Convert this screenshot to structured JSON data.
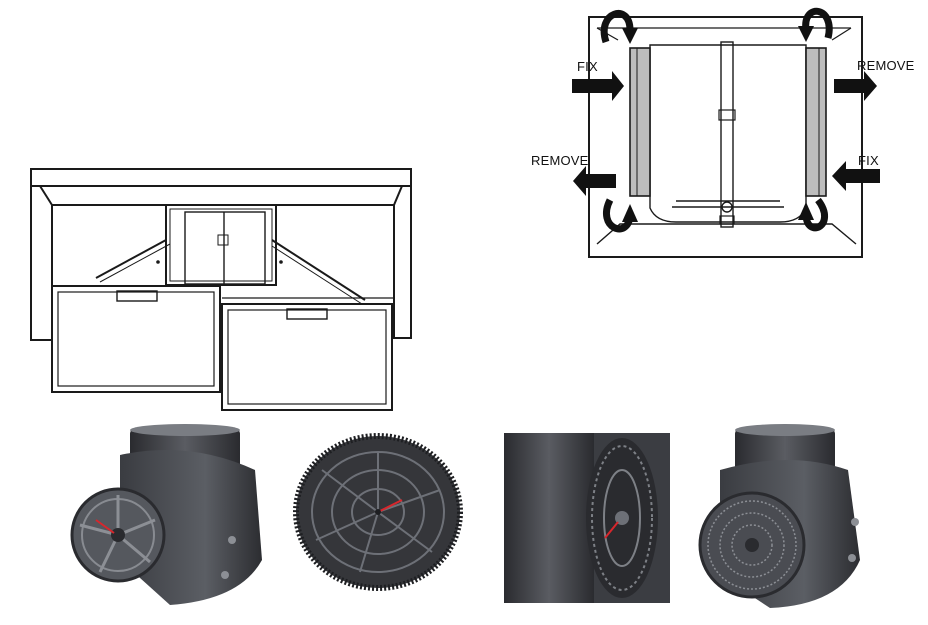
{
  "figure": {
    "labels": {
      "fix_left": "FIX",
      "remove_right": "REMOVE",
      "remove_left": "REMOVE",
      "fix_right": "FIX"
    },
    "icons": {
      "rotate": "curved-rotation-arrow-icon",
      "direction": "block-arrow-icon"
    },
    "colors": {
      "line": "#1a1a1a",
      "motor_dark": "#2e2f33",
      "motor_mid": "#4a4c52",
      "motor_light": "#6d7077",
      "filter_gray": "#bdbdbd",
      "accent_red": "#d8262c"
    }
  }
}
